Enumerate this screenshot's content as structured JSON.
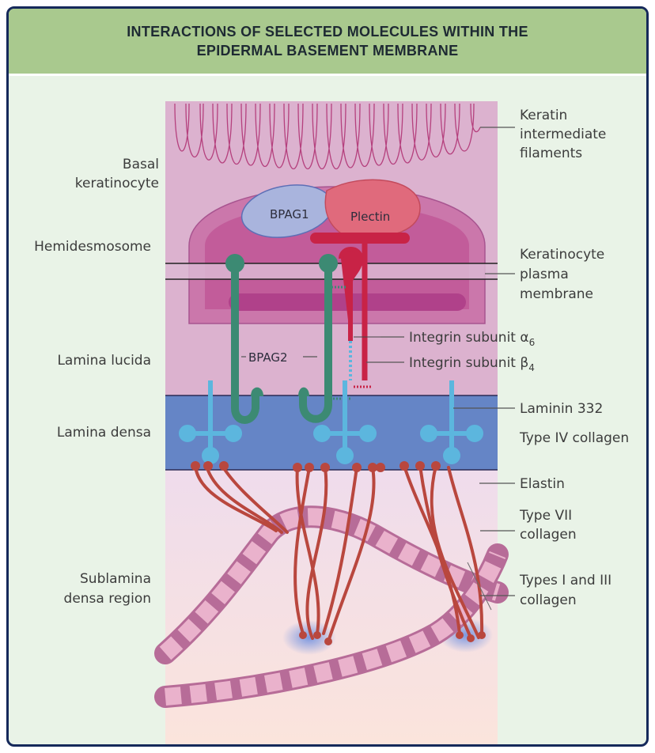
{
  "title": {
    "line1": "INTERACTIONS OF SELECTED MOLECULES WITHIN THE",
    "line2": "EPIDERMAL BASEMENT MEMBRANE"
  },
  "left_labels": {
    "basal_1": "Basal",
    "basal_2": "keratinocyte",
    "hemidesmosome": "Hemidesmosome",
    "lamina_lucida": "Lamina lucida",
    "lamina_densa": "Lamina densa",
    "sublamina_1": "Sublamina",
    "sublamina_2": "densa region"
  },
  "right_labels": {
    "keratin_1": "Keratin",
    "keratin_2": "intermediate",
    "keratin_3": "filaments",
    "plasma_1": "Keratinocyte",
    "plasma_2": "plasma",
    "plasma_3": "membrane",
    "integrin_a6": "Integrin subunit α",
    "integrin_a6_sub": "6",
    "integrin_b4": "Integrin subunit β",
    "integrin_b4_sub": "4",
    "laminin": "Laminin 332",
    "type4": "Type IV collagen",
    "elastin": "Elastin",
    "type7_1": "Type VII",
    "type7_2": "collagen",
    "types13_1": "Types I and III",
    "types13_2": "collagen"
  },
  "inner_labels": {
    "bpag1": "BPAG1",
    "plectin": "Plectin",
    "bpag2": "BPAG2"
  },
  "colors": {
    "border": "#15295a",
    "title_bg": "#a9c98e",
    "panel_bg": "#e9f3e7",
    "cell": "#d8a9c9",
    "hemidesmosome": "#c25c9a",
    "bpag2": "#3c8a73",
    "laminin": "#5cb6de",
    "integrin": "#c82346",
    "collagen7": "#b9473e",
    "collagen13": "#e2a0bf",
    "lamina_densa": "#5a7fc0"
  }
}
